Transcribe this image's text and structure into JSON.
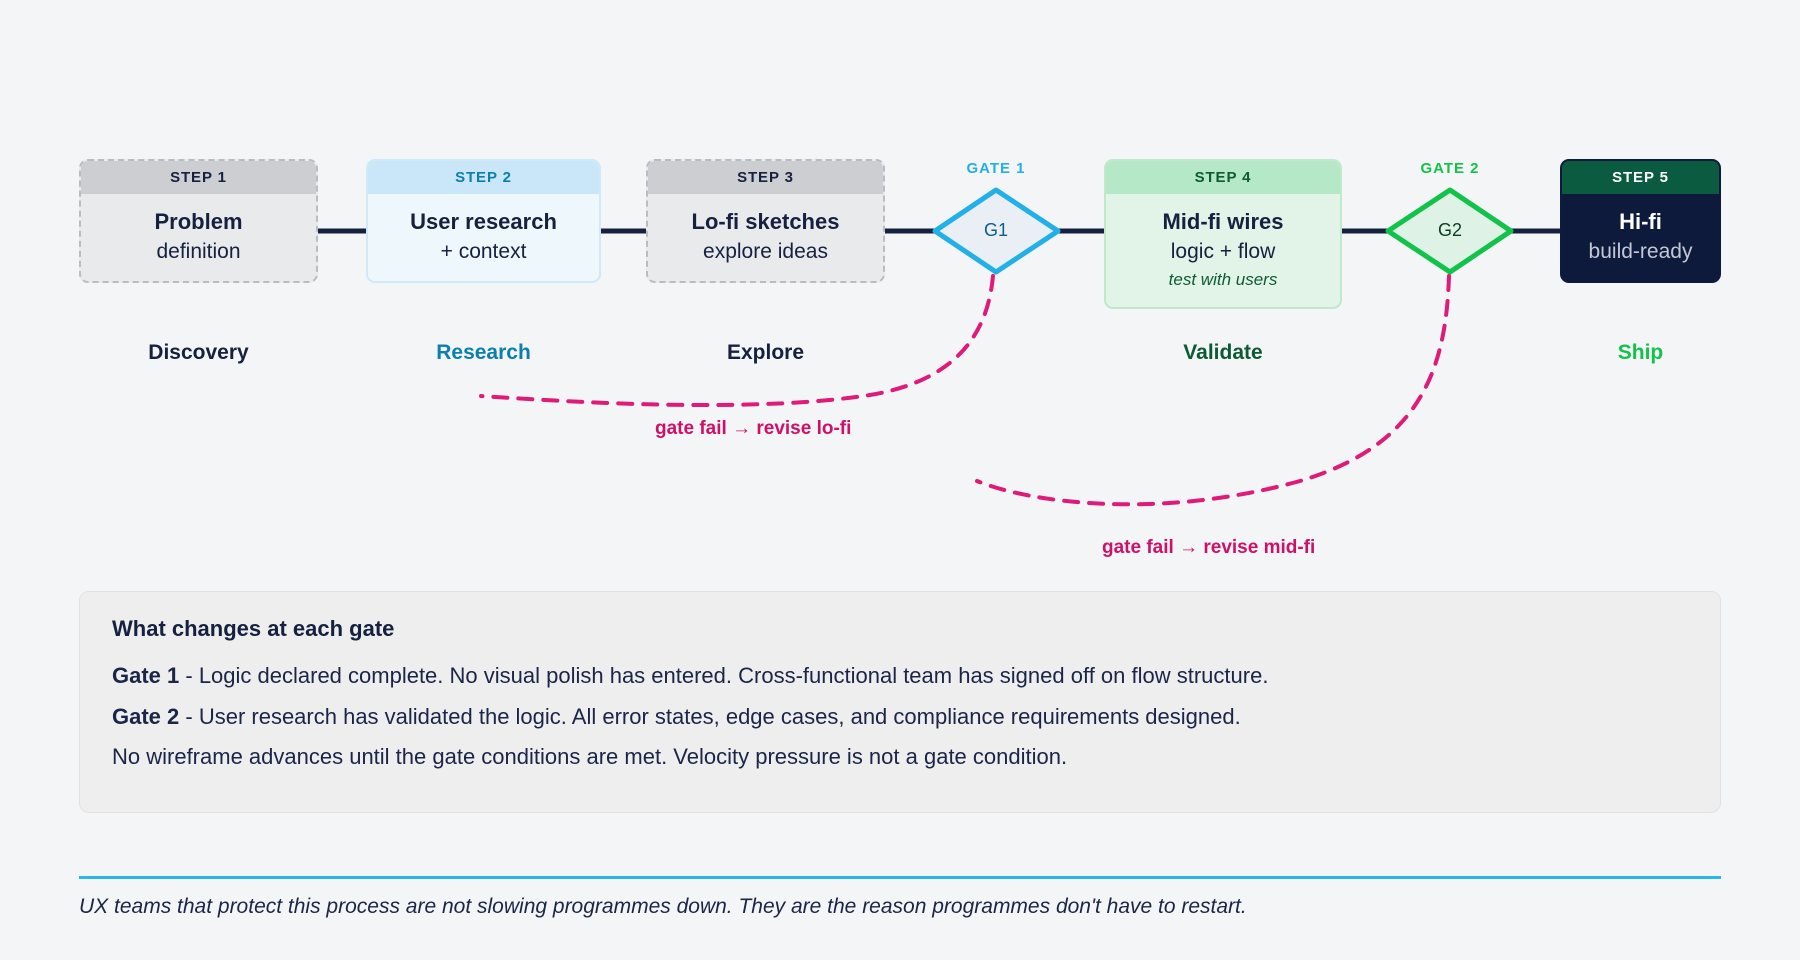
{
  "colors": {
    "background": "#f4f5f6",
    "ink": "#15213f",
    "blue_accent": "#23b0e8",
    "teal_text": "#0b7fad",
    "green_accent": "#12c24a",
    "green_dark": "#0c5c33",
    "pink_loop": "#cf1069",
    "navy_card": "#0e1a3c",
    "green_card_header": "#0b5b41"
  },
  "flow": {
    "steps": [
      {
        "id": "step-1",
        "header": "STEP 1",
        "title": "Problem",
        "subtitle": "definition",
        "note": "",
        "phase": "Discovery",
        "phase_color": "#15213f",
        "variant": "v-grey"
      },
      {
        "id": "step-2",
        "header": "STEP 2",
        "title": "User research",
        "subtitle": "+ context",
        "note": "",
        "phase": "Research",
        "phase_color": "#0b7fad",
        "variant": "v-blue"
      },
      {
        "id": "step-3",
        "header": "STEP 3",
        "title": "Lo-fi sketches",
        "subtitle": "explore ideas",
        "note": "",
        "phase": "Explore",
        "phase_color": "#15213f",
        "variant": "v-grey"
      },
      {
        "id": "step-4",
        "header": "STEP 4",
        "title": "Mid-fi wires",
        "subtitle": "logic + flow",
        "note": "test with users",
        "phase": "Validate",
        "phase_color": "#0c5c33",
        "variant": "v-green"
      },
      {
        "id": "step-5",
        "header": "STEP 5",
        "title": "Hi-fi",
        "subtitle": "build-ready",
        "note": "",
        "phase": "Ship",
        "phase_color": "#12c24a",
        "variant": "v-dark"
      }
    ],
    "gates": [
      {
        "id": "gate-1",
        "label": "GATE 1",
        "node": "G1",
        "color": "#23b0e8"
      },
      {
        "id": "gate-2",
        "label": "GATE 2",
        "node": "G2",
        "color": "#12c24a"
      }
    ],
    "loops": [
      {
        "id": "loop-1",
        "label": "gate fail → revise lo-fi"
      },
      {
        "id": "loop-2",
        "label": "gate fail → revise mid-fi"
      }
    ]
  },
  "panel": {
    "heading": "What changes at each gate",
    "rows": [
      {
        "bold": "Gate 1",
        "text": " - Logic declared complete. No visual polish has entered. Cross-functional team has signed off on flow structure."
      },
      {
        "bold": "Gate 2",
        "text": " - User research has validated the logic. All error states, edge cases, and compliance requirements designed."
      }
    ],
    "closing": "No wireframe advances until the gate conditions are met. Velocity pressure is not a gate condition."
  },
  "footer": {
    "note": "UX teams that protect this process are not slowing programmes down. They are the reason programmes don't have to restart."
  }
}
